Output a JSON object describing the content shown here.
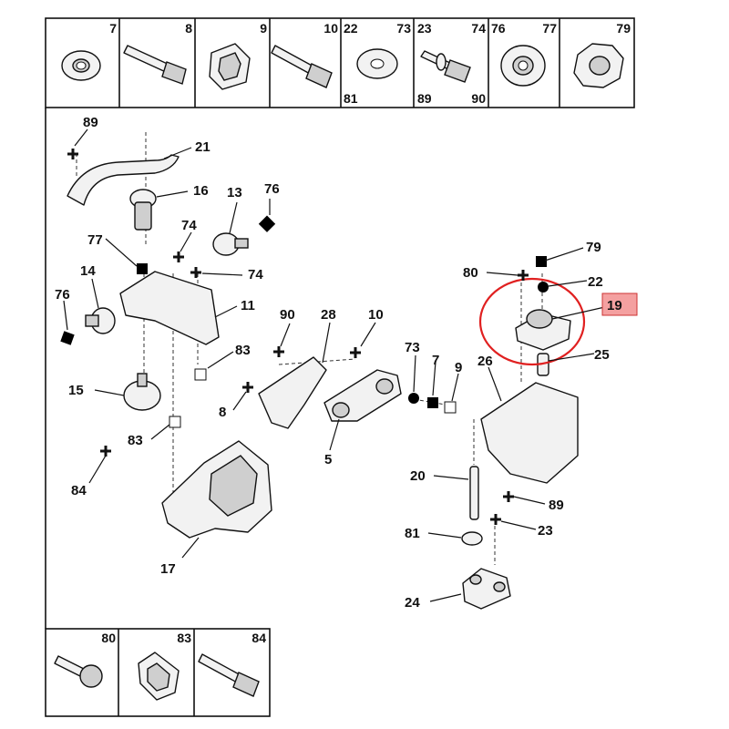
{
  "top_row": [
    {
      "top": "7"
    },
    {
      "top": "8"
    },
    {
      "top": "9"
    },
    {
      "top": "10"
    },
    {
      "top_left": "22",
      "top_right": "73",
      "bottom_left": "81"
    },
    {
      "top_left": "23",
      "top_right": "74",
      "bottom_left": "89",
      "bottom_right": "90"
    },
    {
      "top_left": "76",
      "top_right": "77"
    },
    {
      "top": "79"
    }
  ],
  "bottom_row": [
    {
      "top": "80"
    },
    {
      "top": "83"
    },
    {
      "top": "84"
    }
  ],
  "callouts": {
    "c89a": "89",
    "c21": "21",
    "c16": "16",
    "c13": "13",
    "c76a": "76",
    "c77": "77",
    "c74a": "74",
    "c74b": "74",
    "c14": "14",
    "c76b": "76",
    "c11": "11",
    "c15": "15",
    "c83a": "83",
    "c83b": "83",
    "c84": "84",
    "c17": "17",
    "c90": "90",
    "c28": "28",
    "c10": "10",
    "c8": "8",
    "c5": "5",
    "c73": "73",
    "c7": "7",
    "c9": "9",
    "c79": "79",
    "c80": "80",
    "c22": "22",
    "c19": "19",
    "c25": "25",
    "c26": "26",
    "c20": "20",
    "c89b": "89",
    "c81": "81",
    "c23": "23",
    "c24": "24"
  },
  "highlight_color": "#e02020"
}
